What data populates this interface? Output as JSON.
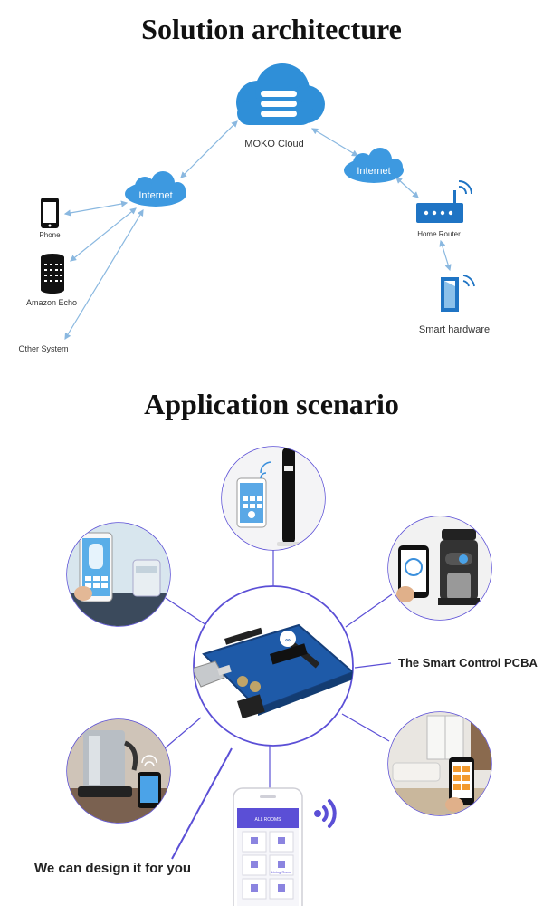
{
  "headings": {
    "architecture": "Solution architecture",
    "scenario": "Application scenario"
  },
  "architecture": {
    "cloud_label": "MOKO Cloud",
    "internet_left": "Internet",
    "internet_right": "Internet",
    "phone": "Phone",
    "echo": "Amazon Echo",
    "other": "Other System",
    "router": "Home Router",
    "hardware": "Smart hardware"
  },
  "scenario": {
    "pcba_label": "The Smart Control PCBA",
    "design_label": "We can design it for you",
    "app_header": "ALL ROOMS",
    "app_room": "Living Room"
  },
  "colors": {
    "accent": "#5b4fd6",
    "cloud": "#2f8fd8",
    "line": "#8ab8e0"
  }
}
